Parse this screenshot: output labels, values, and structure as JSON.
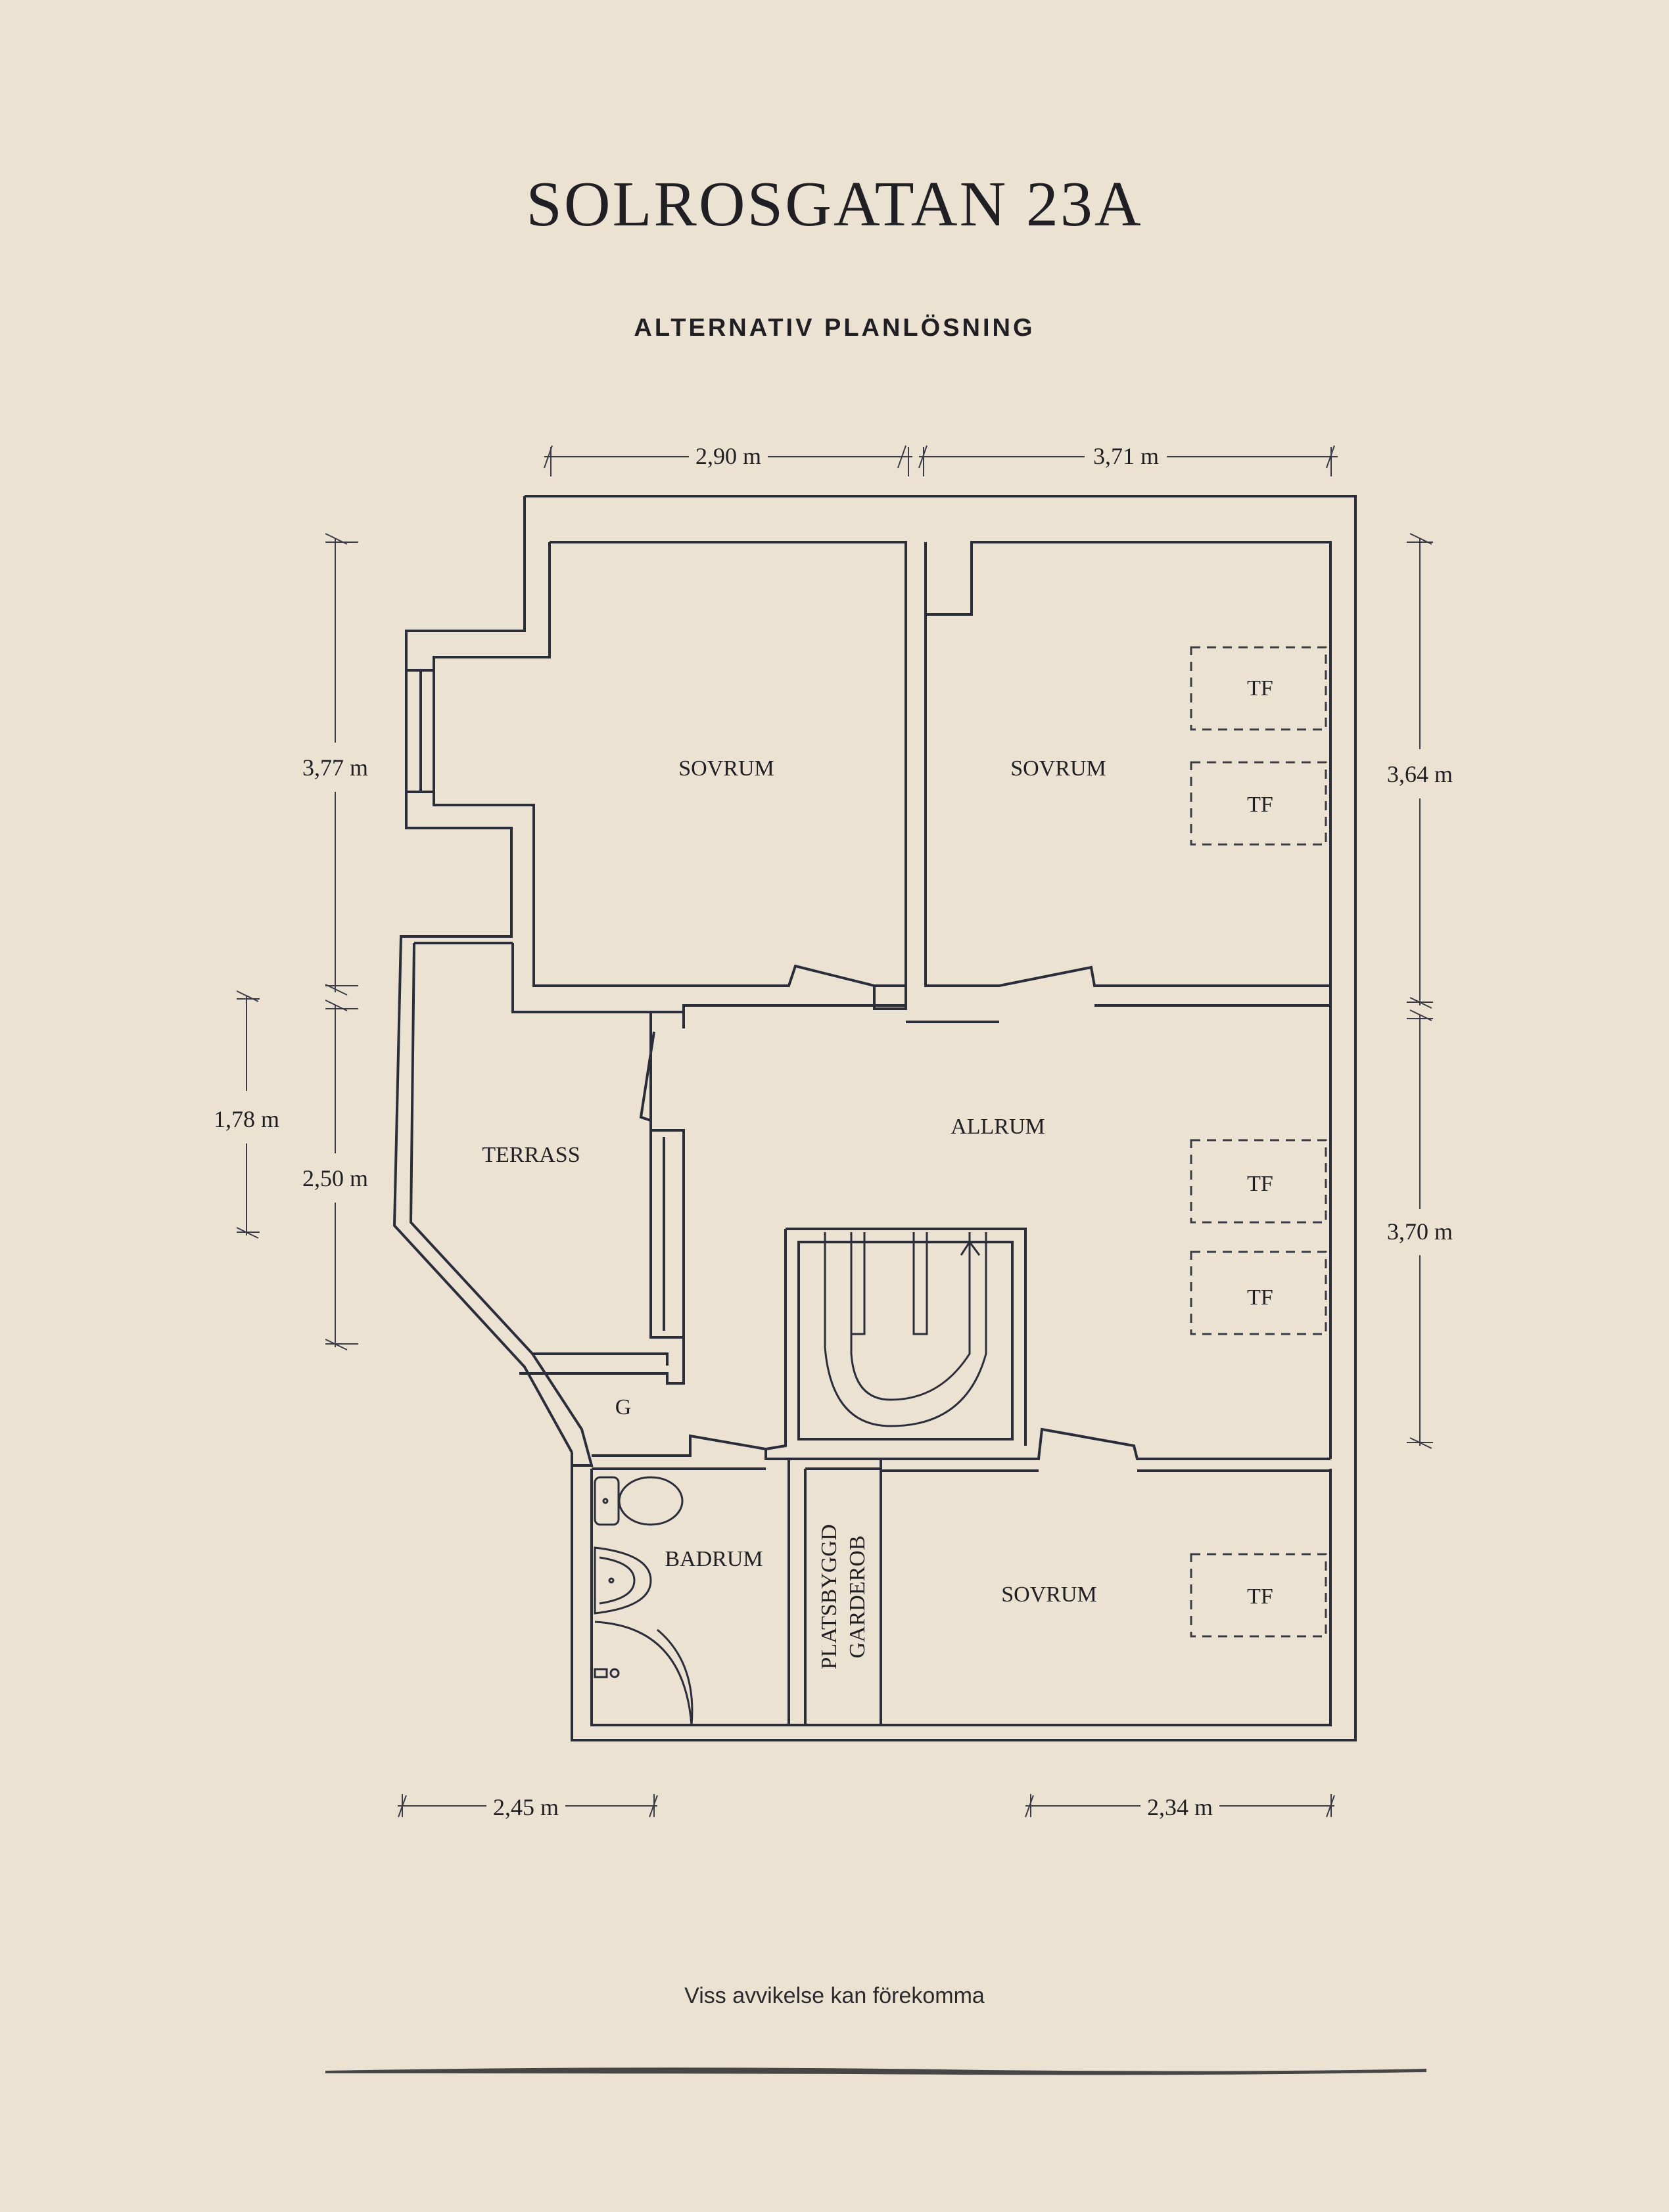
{
  "title": "SOLROSGATAN 23A",
  "subtitle": "ALTERNATIV PLANLÖSNING",
  "disclaimer": "Viss avvikelse kan förekomma",
  "rooms": {
    "bedroom_top_left": "SOVRUM",
    "bedroom_top_right": "SOVRUM",
    "living_room": "ALLRUM",
    "terrace": "TERRASS",
    "hallway": "G",
    "bathroom": "BADRUM",
    "wardrobe_line1": "PLATSBYGGD",
    "wardrobe_line2": "GARDEROB",
    "bedroom_bottom": "SOVRUM"
  },
  "fixtures": {
    "tf": "TF"
  },
  "dimensions": {
    "top_left": "2,90 m",
    "top_right": "3,71 m",
    "left_upper": "3,77 m",
    "left_outer": "1,78 m",
    "left_lower": "2,50 m",
    "right_upper": "3,64 m",
    "right_lower": "3,70 m",
    "bottom_left": "2,45 m",
    "bottom_right": "2,34 m"
  }
}
